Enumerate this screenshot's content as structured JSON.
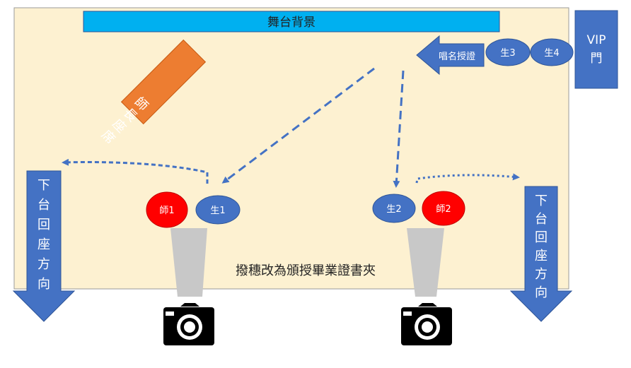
{
  "labels": {
    "backdrop": "舞台背景",
    "chair_seat": "師長座席",
    "roll_call": "唱名授證",
    "vip_door": "VIP門",
    "exit_left": "下台回座方向",
    "exit_right": "下台回座方向",
    "note": "撥穗改為頒授畢業證書夾"
  },
  "people": {
    "s1": "生1",
    "s2": "生2",
    "s3": "生3",
    "s4": "生4",
    "t1": "師1",
    "t2": "師2"
  },
  "colors": {
    "stage_fill": "#fdf1d1",
    "backdrop": "#00b0f0",
    "blue": "#4472c4",
    "orange": "#ed7d31",
    "red": "#ff0000",
    "camera": "#000000",
    "light_beam": "#c8c8c8"
  }
}
